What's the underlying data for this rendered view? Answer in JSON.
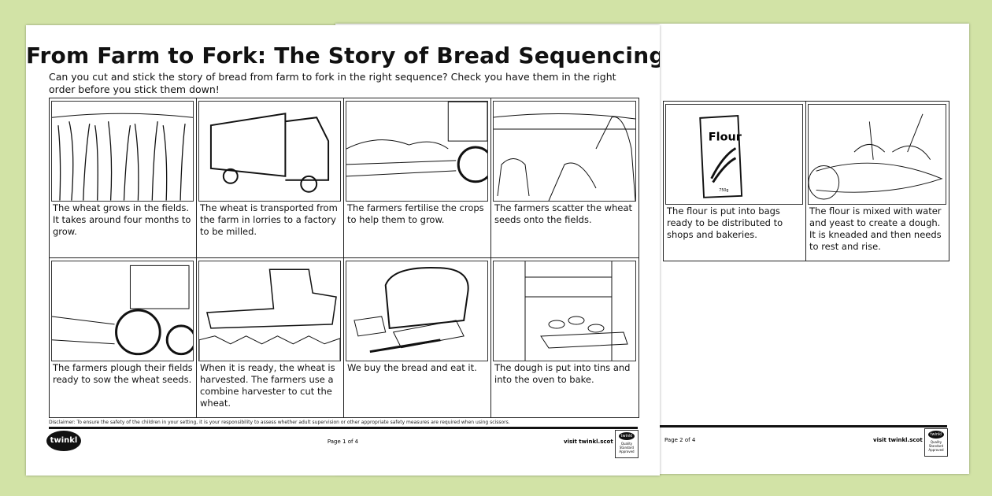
{
  "document": {
    "title": "From Farm to Fork: The Story of Bread Sequencing",
    "intro": "Can you cut and stick the story of bread from farm to fork in the right sequence? Check you have them in the right order before you stick them down!",
    "disclaimer": "Disclaimer: To ensure the safety of the children in your setting, it is your responsibility to assess whether adult supervision or other appropriate safety measures are required when using scissors.",
    "logo_text": "twinkl",
    "visit": "visit twinkl.scot",
    "badge_text": "twinkl",
    "badge_sub": "Quality Standard Approved"
  },
  "page1": {
    "page_number": "Page 1 of 4",
    "cards": [
      {
        "icon": "wheat-field",
        "caption": "The wheat grows in the fields. It takes around four months to grow."
      },
      {
        "icon": "lorry",
        "caption": "The wheat is transported from the farm in lorries to a factory to be milled."
      },
      {
        "icon": "tractor-sprayer",
        "caption": "The farmers fertilise the crops to help them to grow."
      },
      {
        "icon": "hands-scattering-seeds",
        "caption": "The farmers scatter the wheat seeds onto the fields."
      },
      {
        "icon": "tractor-plough",
        "caption": "The farmers plough their fields ready to sow the wheat seeds."
      },
      {
        "icon": "combine-harvester",
        "caption": "When it is ready, the wheat is harvested. The farmers use a combine harvester to cut the wheat."
      },
      {
        "icon": "bread-and-butter",
        "caption": "We buy the bread and eat it."
      },
      {
        "icon": "oven",
        "caption": "The dough is put into tins and into the oven to bake."
      }
    ]
  },
  "page2": {
    "page_number": "Page 2 of 4",
    "cards": [
      {
        "icon": "flour-bag",
        "caption": "The flour is put into bags ready to be distributed to shops and bakeries.",
        "bag_label": "Flour",
        "bag_weight": "750g"
      },
      {
        "icon": "kneading-dough",
        "caption": "The flour is mixed with water and yeast to create a dough. It is kneaded and then needs to rest and rise."
      }
    ]
  }
}
